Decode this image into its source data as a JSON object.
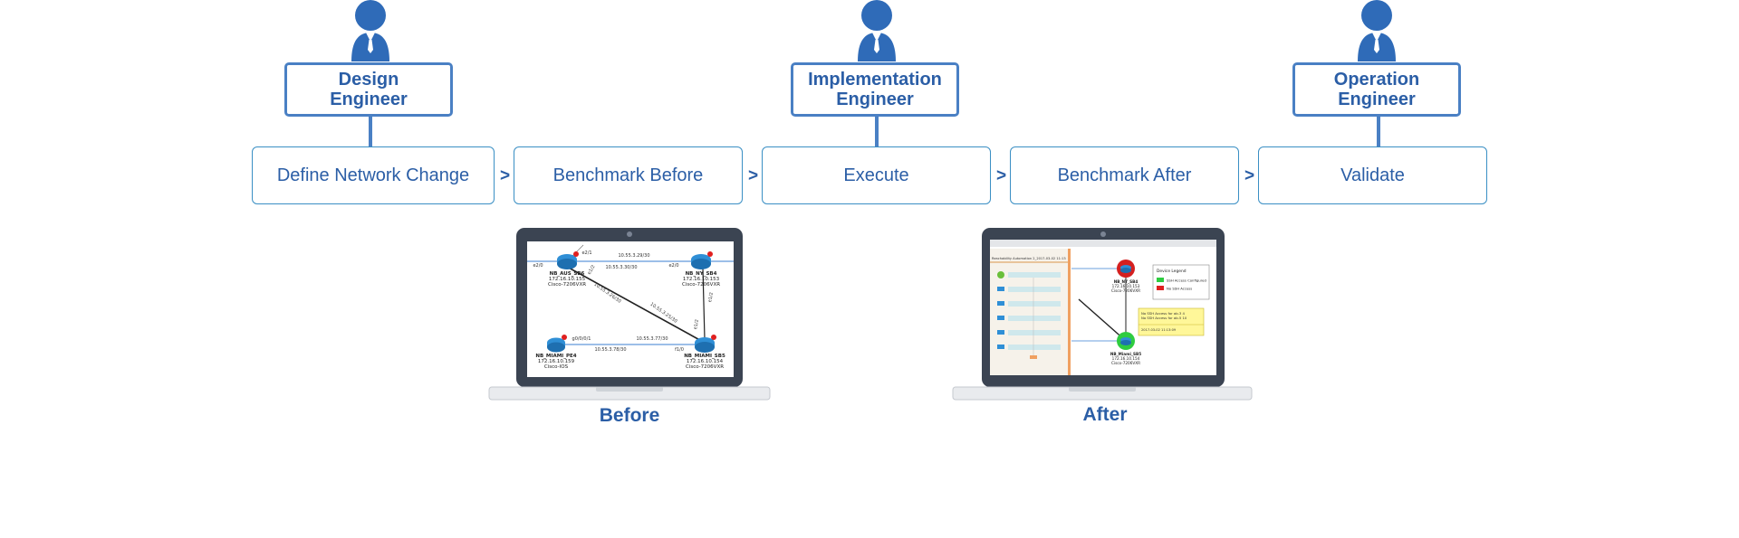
{
  "roles": [
    {
      "line1": "Design",
      "line2": "Engineer"
    },
    {
      "line1": "Implementation",
      "line2": "Engineer"
    },
    {
      "line1": "Operation",
      "line2": "Engineer"
    }
  ],
  "steps": [
    {
      "label": "Define Network Change"
    },
    {
      "label": "Benchmark Before"
    },
    {
      "label": "Execute"
    },
    {
      "label": "Benchmark After"
    },
    {
      "label": "Validate"
    }
  ],
  "separator": ">",
  "laptops": {
    "before": {
      "caption": "Before",
      "nodes": [
        {
          "name": "NB_AUS_SB6",
          "ip": "172.16.10.155",
          "model": "Cisco-7206VXR"
        },
        {
          "name": "NB_NY_SB4",
          "ip": "172.16.10.153",
          "model": "Cisco-7206VXR"
        },
        {
          "name": "NB_MIAMI_PE4",
          "ip": "172.16.10.159",
          "model": "Cisco-IOS"
        },
        {
          "name": "NB_MIAMI_SB5",
          "ip": "172.16.10.154",
          "model": "Cisco-7206VXR"
        }
      ],
      "links": [
        "10.55.3.29/30",
        "10.55.3.30/30",
        "10.55.3.26/30",
        "10.55.3.25/30",
        "10.55.3.77/30",
        "10.55.3.78/30"
      ],
      "ports": [
        "e2/1",
        "e2/0",
        "e2/0",
        "e1/2",
        "e1/2",
        "e1/2",
        "g0/0/0/1",
        "f1/0"
      ]
    },
    "after": {
      "caption": "After",
      "legend_title": "Device Legend",
      "legend_items": [
        {
          "label": "SSH Access Configured",
          "color": "#2ecc40"
        },
        {
          "label": "No SSH Access",
          "color": "#e02020"
        }
      ],
      "note_lines": [
        "No SSH Access for ab.3 4",
        "No SSH Access for ab.5 10"
      ],
      "note_time": "2017-03-02 11:13:09",
      "nodes": [
        {
          "name": "NB_NY_SB4",
          "ip": "172.16.10.153",
          "model": "Cisco-7206VXR"
        },
        {
          "name": "NB_Miami_SB5",
          "ip": "172.16.10.154",
          "model": "Cisco-7206VXR"
        }
      ],
      "panel_title": "Reachability Automation 2_2017-03-02 11:13"
    }
  },
  "colors": {
    "accent": "#2b5ea6",
    "border": "#4a80c4",
    "step_border": "#3a8fc4",
    "laptop_frame": "#3b4452",
    "laptop_base": "#e9ebee"
  }
}
